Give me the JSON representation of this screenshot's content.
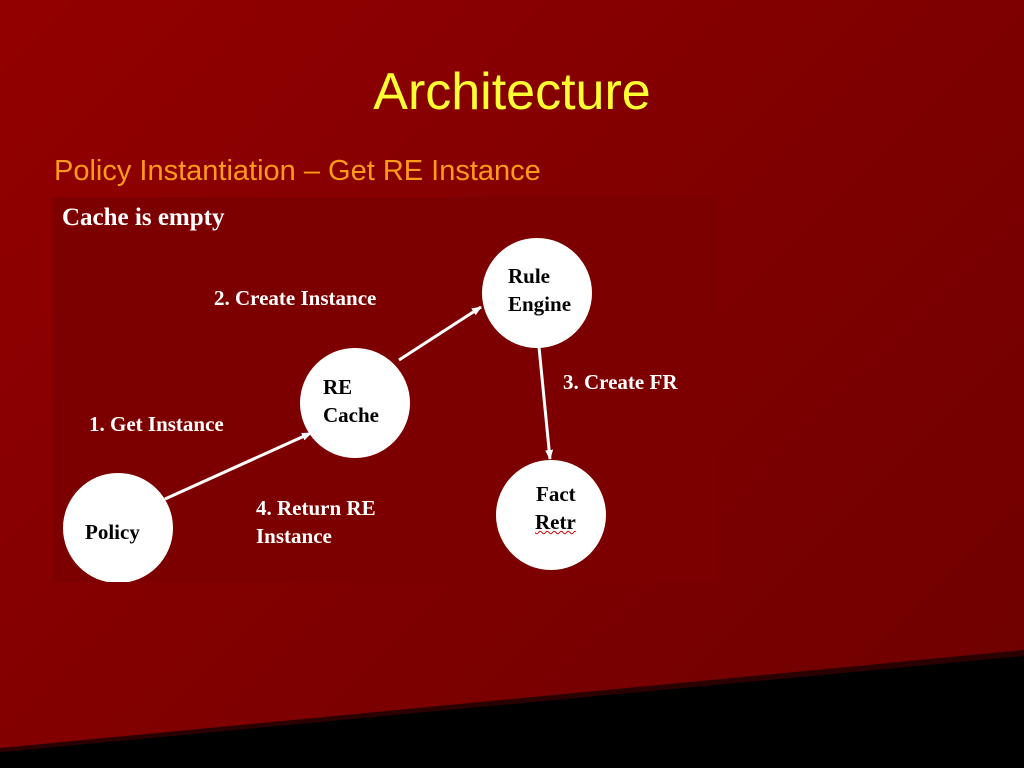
{
  "slide": {
    "title": "Architecture",
    "subtitle": "Policy Instantiation – Get RE Instance"
  },
  "diagram": {
    "heading": "Cache is empty",
    "nodes": {
      "policy": {
        "line1": "Policy"
      },
      "re_cache": {
        "line1": "RE",
        "line2": "Cache"
      },
      "rule_engine": {
        "line1": "Rule",
        "line2": "Engine"
      },
      "fact_retr": {
        "line1": "Fact",
        "line2": "Retr"
      }
    },
    "edges": {
      "get_instance": "1. Get Instance",
      "create_instance": "2. Create Instance",
      "create_fr": "3. Create FR",
      "return_re_line1": "4. Return RE",
      "return_re_line2": "Instance"
    }
  },
  "colors": {
    "title": "#ffff33",
    "subtitle": "#ff9a1a",
    "background": "#8b0000",
    "node_fill": "#ffffff",
    "arrow": "#ffffff"
  }
}
